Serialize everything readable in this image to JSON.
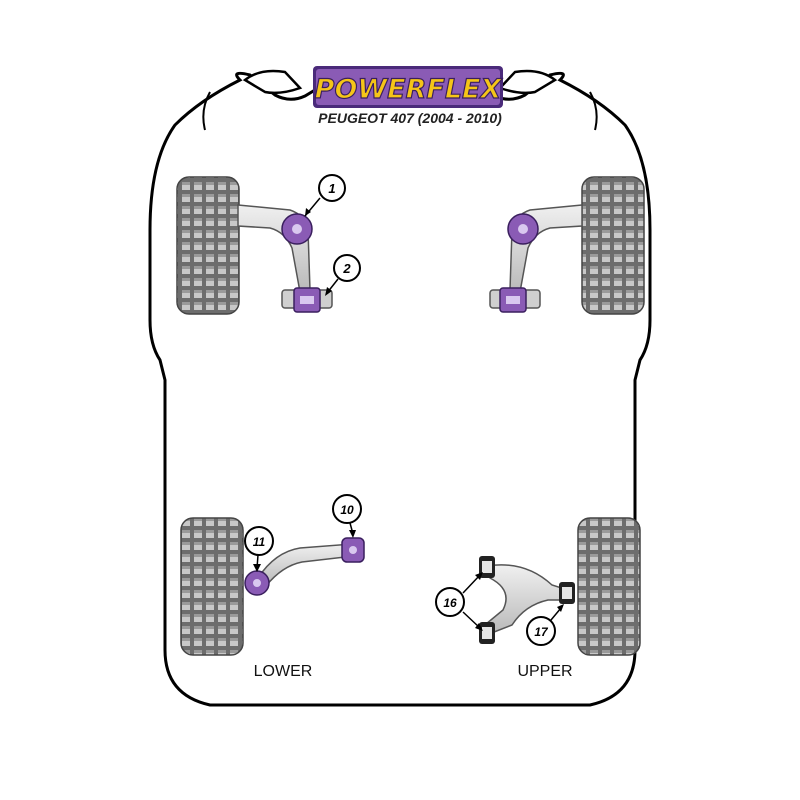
{
  "logo": {
    "text": "POWERFLEX",
    "color": "#f5c518",
    "bg": "#4a2a7a"
  },
  "subtitle": "PEUGEOT 407 (2004 - 2010)",
  "callouts": {
    "c1": "1",
    "c2": "2",
    "c10": "10",
    "c11": "11",
    "c16": "16",
    "c17": "17"
  },
  "labels": {
    "lower": "LOWER",
    "upper": "UPPER"
  },
  "colors": {
    "bush": "#8a5bb5",
    "bushInner": "#f1c40f",
    "arm": "#d3d3d3",
    "tyre": "#888888",
    "outline": "#000000"
  }
}
